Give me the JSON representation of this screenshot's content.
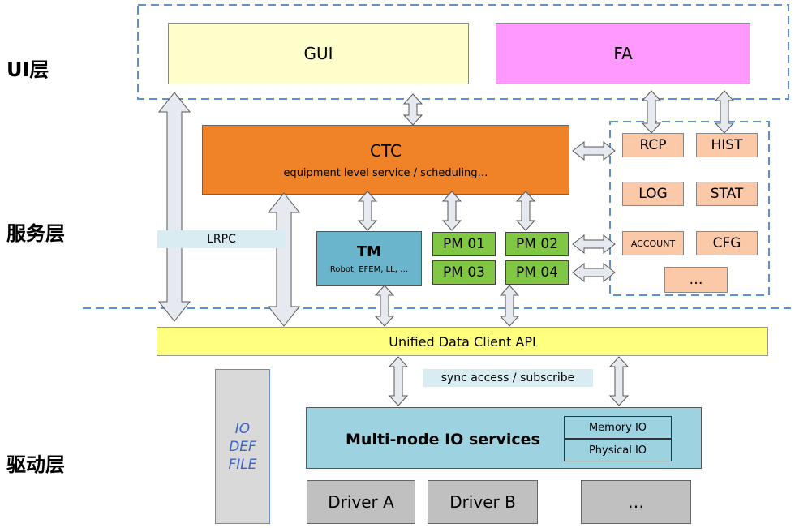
{
  "layers": {
    "ui": "UI层",
    "service": "服务层",
    "driver": "驱动层"
  },
  "gui": "GUI",
  "fa": "FA",
  "ctc": {
    "title": "CTC",
    "subtitle": "equipment level service / scheduling…"
  },
  "lrpc": "LRPC",
  "tm": {
    "title": "TM",
    "subtitle": "Robot, EFEM, LL, …"
  },
  "pm": [
    "PM 01",
    "PM 02",
    "PM 03",
    "PM 04"
  ],
  "services": [
    "RCP",
    "HIST",
    "LOG",
    "STAT",
    "ACCOUNT",
    "CFG",
    "…"
  ],
  "udc_api": "Unified Data Client API",
  "sync_label": "sync access / subscribe",
  "io_def": [
    "IO",
    "DEF",
    "FILE"
  ],
  "io_services": {
    "title": "Multi-node IO services",
    "memory": "Memory IO",
    "physical": "Physical IO"
  },
  "drivers": [
    "Driver A",
    "Driver B",
    "…"
  ],
  "colors": {
    "gui": "#ffffcc",
    "fa": "#ff99ff",
    "ctc": "#f08228",
    "tm": "#6ab4cc",
    "pm": "#80c844",
    "service": "#fbc9a8",
    "api": "#ffff80",
    "io": "#9dd3e0",
    "driver": "#c0c0c0",
    "dash": "#5b8fd6",
    "arrow_fill": "#e6eaf0",
    "arrow_stroke": "#555555"
  }
}
